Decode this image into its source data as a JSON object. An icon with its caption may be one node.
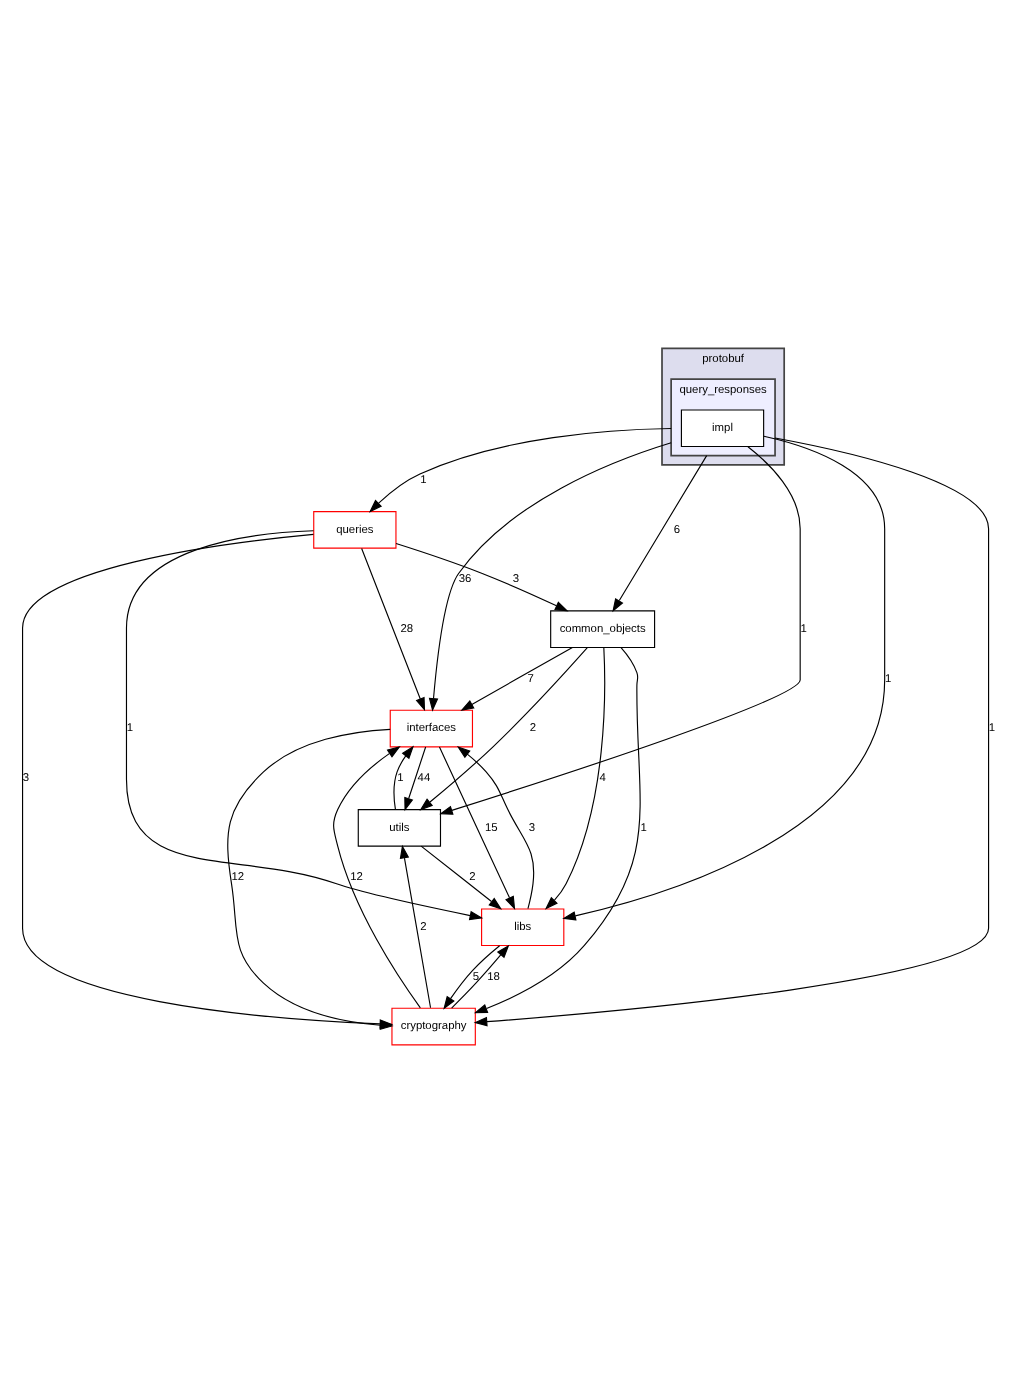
{
  "diagram": {
    "nodes": [
      {
        "text": [
          "protobuf"
        ]
      },
      {
        "text": [
          "query_responses"
        ],
        "in": 0
      },
      {
        "text": [
          "impl"
        ],
        "in": 1
      },
      {
        "text": [
          "queries"
        ]
      },
      {
        "text": [
          "common_objects"
        ]
      },
      {
        "text": [
          "interfaces"
        ]
      },
      {
        "text": [
          "utils"
        ]
      },
      {
        "text": [
          "libs"
        ]
      },
      {
        "text": [
          "cryptography"
        ]
      }
    ],
    "edges": [
      {
        "from": 1,
        "to": 4,
        "arrow": "to",
        "label": "6"
      },
      {
        "from": 1,
        "to": 3,
        "arrow": "to",
        "label": "1"
      },
      {
        "from": 1,
        "to": 5,
        "arrow": "to",
        "label": "36"
      },
      {
        "from": 1,
        "to": 8,
        "arrow": "to",
        "label": "1"
      },
      {
        "from": 2,
        "to": 7,
        "arrow": "to",
        "label": "1"
      },
      {
        "from": 2,
        "to": 6,
        "arrow": "to",
        "label": "1"
      },
      {
        "from": 3,
        "to": 4,
        "arrow": "to",
        "label": "3"
      },
      {
        "from": 3,
        "to": 5,
        "arrow": "to",
        "label": "28"
      },
      {
        "from": 3,
        "to": 7,
        "arrow": "to",
        "label": "1"
      },
      {
        "from": 3,
        "to": 8,
        "arrow": "to",
        "label": "3"
      },
      {
        "from": 4,
        "to": 5,
        "arrow": "to",
        "label": "7"
      },
      {
        "from": 4,
        "to": 6,
        "arrow": "to",
        "label": "2"
      },
      {
        "from": 4,
        "to": 7,
        "arrow": "to",
        "label": "4"
      },
      {
        "from": 4,
        "to": 8,
        "arrow": "to",
        "label": "1"
      },
      {
        "from": 5,
        "to": 6,
        "arrow": "to",
        "label": "44"
      },
      {
        "from": 5,
        "to": 7,
        "arrow": "to",
        "label": "15"
      },
      {
        "from": 5,
        "to": 8,
        "arrow": "to",
        "label": "12"
      },
      {
        "from": 6,
        "to": 5,
        "arrow": "to",
        "label": "1"
      },
      {
        "from": 6,
        "to": 7,
        "arrow": "to",
        "label": "2"
      },
      {
        "from": 7,
        "to": 5,
        "arrow": "to",
        "label": "3"
      },
      {
        "from": 7,
        "to": 8,
        "arrow": "to",
        "label": "5"
      },
      {
        "from": 8,
        "to": 5,
        "arrow": "to",
        "label": "12"
      },
      {
        "from": 8,
        "to": 7,
        "arrow": "to",
        "label": "18"
      },
      {
        "from": 8,
        "to": 6,
        "arrow": "to",
        "label": "2"
      }
    ]
  }
}
